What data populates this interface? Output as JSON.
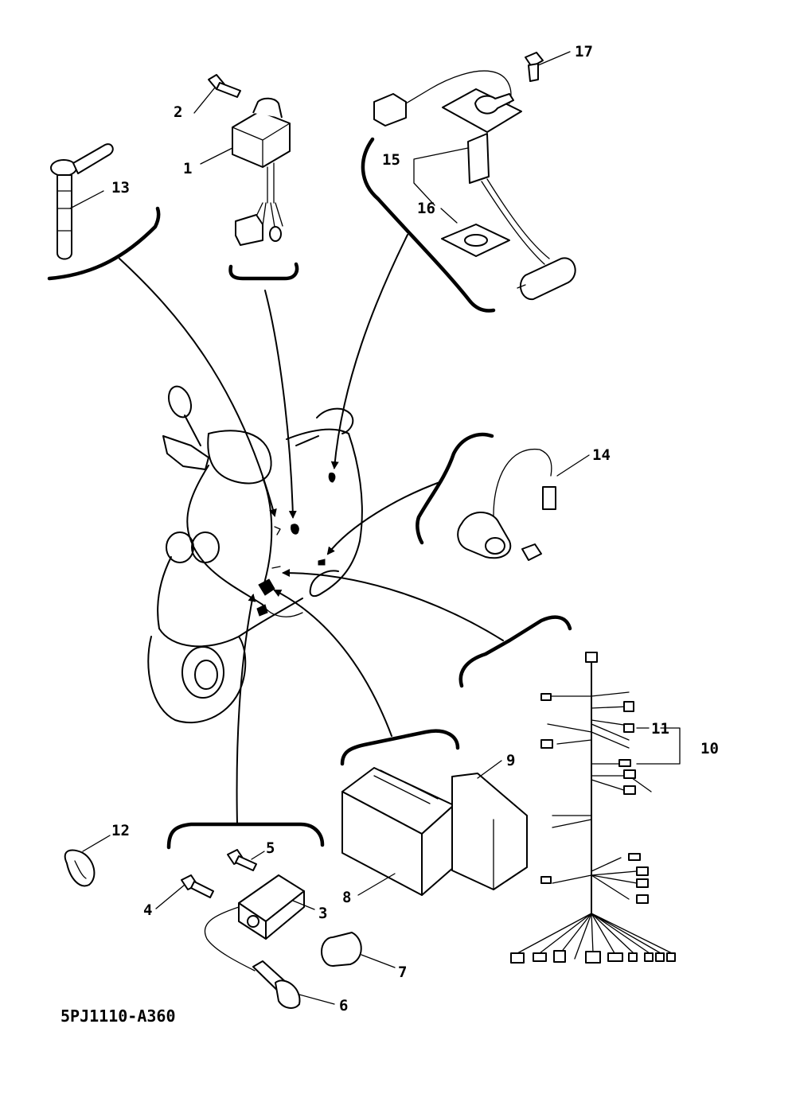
{
  "diagram": {
    "code": "5PJ1110-A360",
    "labels": {
      "p1": "1",
      "p2": "2",
      "p3": "3",
      "p4": "4",
      "p5": "5",
      "p6": "6",
      "p7": "7",
      "p8": "8",
      "p9": "9",
      "p10": "10",
      "p11": "11",
      "p12": "12",
      "p13": "13",
      "p14": "14",
      "p15": "15",
      "p16": "16",
      "p17": "17"
    }
  }
}
